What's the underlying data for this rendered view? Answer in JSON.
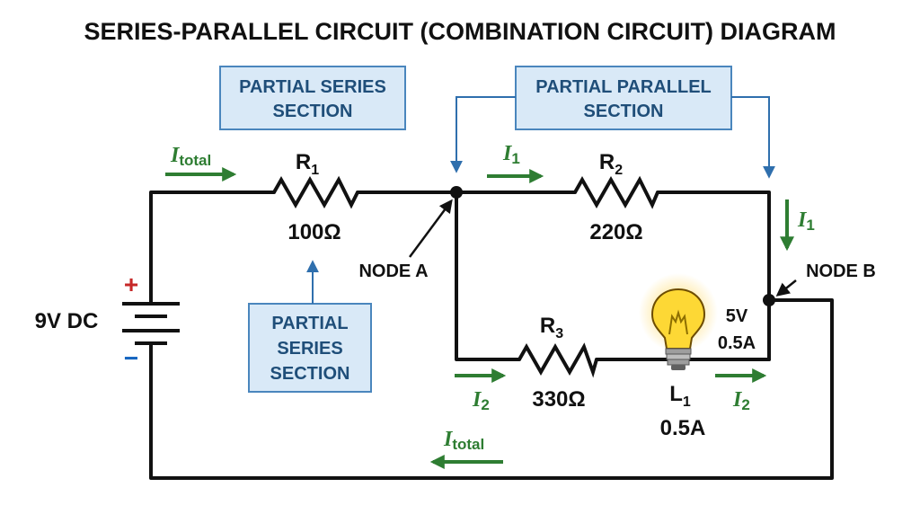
{
  "title": "SERIES-PARALLEL CIRCUIT (COMBINATION CIRCUIT) DIAGRAM",
  "battery": {
    "label": "9V DC",
    "plus": "+",
    "minus": "−"
  },
  "boxes": {
    "series_top": [
      "PARTIAL SERIES",
      "SECTION"
    ],
    "parallel_top": [
      "PARTIAL PARALLEL",
      "SECTION"
    ],
    "series_bottom": [
      "PARTIAL",
      "SERIES",
      "SECTION"
    ]
  },
  "resistors": {
    "r1": {
      "name": "R",
      "sub": "1",
      "value": "100Ω"
    },
    "r2": {
      "name": "R",
      "sub": "2",
      "value": "220Ω"
    },
    "r3": {
      "name": "R",
      "sub": "3",
      "value": "330Ω"
    }
  },
  "lamp": {
    "name": "L",
    "sub": "1",
    "current": "0.5A",
    "voltage": "5V",
    "current_side": "0.5A"
  },
  "nodes": {
    "a": "NODE A",
    "b": "NODE B"
  },
  "currents": {
    "total_top": {
      "main": "I",
      "sub": "total"
    },
    "i1_top": {
      "main": "I",
      "sub": "1"
    },
    "i1_right": {
      "main": "I",
      "sub": "1"
    },
    "i2_left": {
      "main": "I",
      "sub": "2"
    },
    "i2_right": {
      "main": "I",
      "sub": "2"
    },
    "total_bottom": {
      "main": "I",
      "sub": "total"
    }
  },
  "colors": {
    "current": "#2e7d32",
    "box_fill": "#d9e9f7",
    "box_text": "#1f4e79",
    "wire": "#111111",
    "plus": "#c62828",
    "minus": "#1565c0"
  }
}
